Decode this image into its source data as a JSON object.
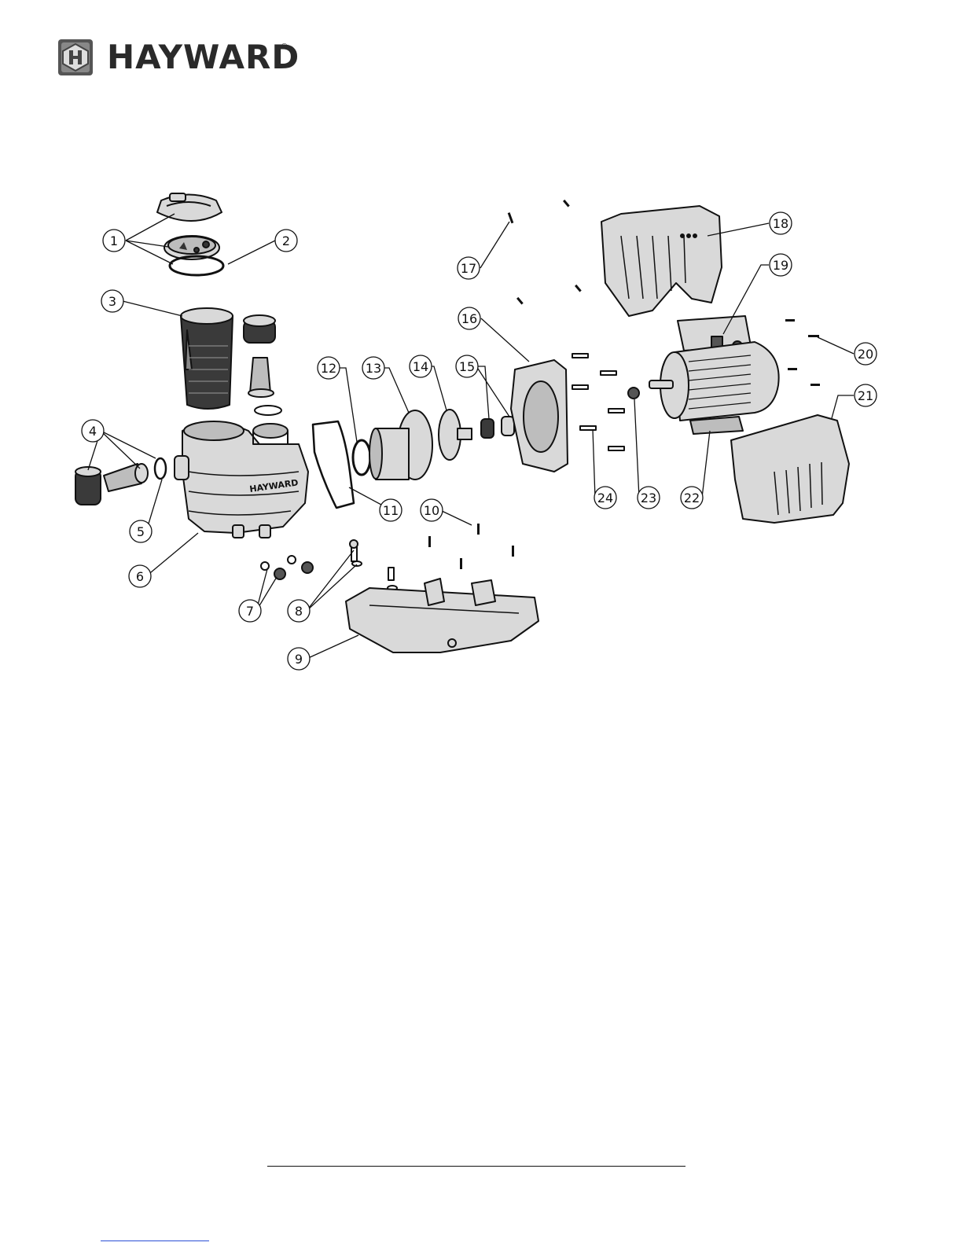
{
  "brand": {
    "name": "HAYWARD",
    "registered": "®",
    "casing_logo_text": "HAYWARD"
  },
  "callouts": [
    "1",
    "2",
    "3",
    "4",
    "5",
    "6",
    "7",
    "8",
    "9",
    "10",
    "11",
    "12",
    "13",
    "14",
    "15",
    "16",
    "17",
    "18",
    "19",
    "20",
    "21",
    "22",
    "23",
    "24"
  ],
  "colors": {
    "line": "#111111",
    "part_fill": "#d9d9d9",
    "part_dark": "#3a3a3a",
    "link": "#2a4fd6"
  }
}
